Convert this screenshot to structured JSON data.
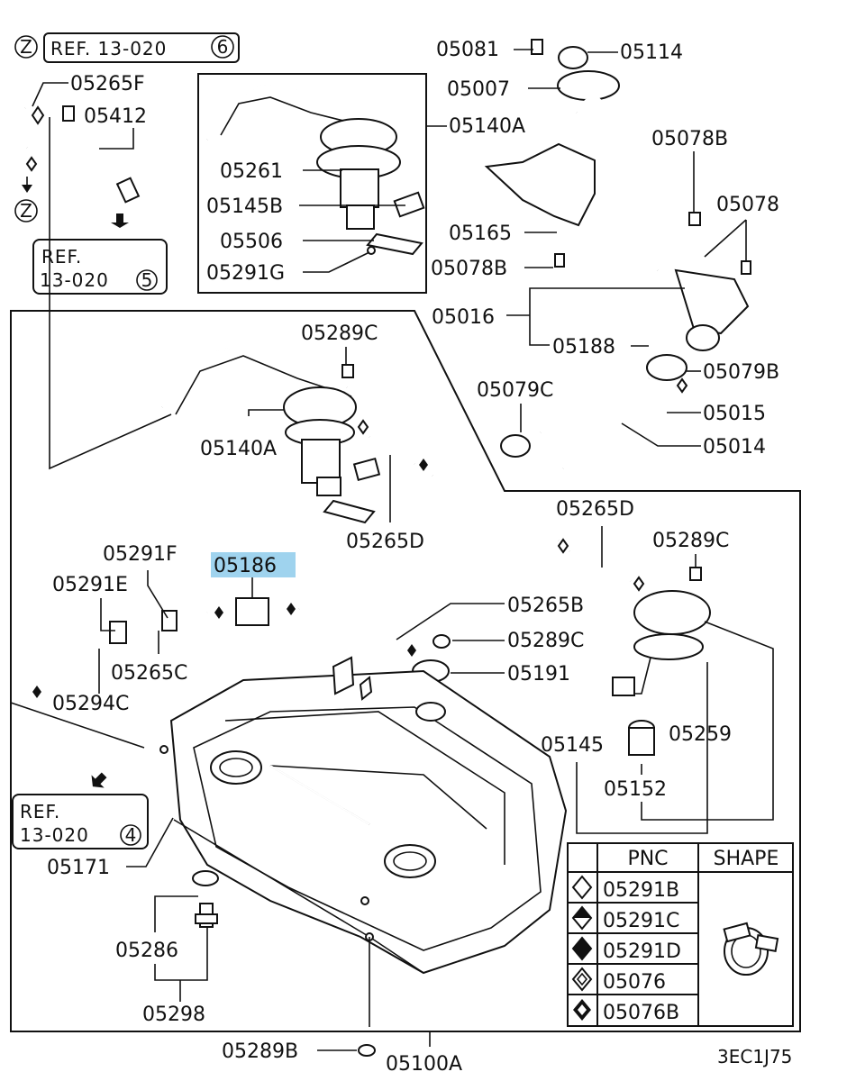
{
  "diagram": {
    "refs": {
      "ref_top_circle": "Z",
      "ref_top_text": "REF. 13-020",
      "ref_top_num": "6",
      "ref_z2": "Z",
      "ref_mid_l1": "REF.",
      "ref_mid_l2": "13-020",
      "ref_mid_num": "5",
      "ref_bot_l1": "REF.",
      "ref_bot_l2": "13-020",
      "ref_bot_num": "4"
    },
    "labels": {
      "p05265F": "05265F",
      "p05412": "05412",
      "p05081": "05081",
      "p05114": "05114",
      "p05007": "05007",
      "p05140A_top": "05140A",
      "p05078B_top": "05078B",
      "p05261": "05261",
      "p05145B": "05145B",
      "p05506": "05506",
      "p05291G": "05291G",
      "p05165": "05165",
      "p05078": "05078",
      "p05078B_mid": "05078B",
      "p05016": "05016",
      "p05188": "05188",
      "p05079B": "05079B",
      "p05289C_top": "05289C",
      "p05079C": "05079C",
      "p05015": "05015",
      "p05014": "05014",
      "p05140A_main": "05140A",
      "p05265D_left": "05265D",
      "p05265D_right": "05265D",
      "p05289C_right": "05289C",
      "p05291F": "05291F",
      "p05186": "05186",
      "p05291E": "05291E",
      "p05265B": "05265B",
      "p05289C_mid": "05289C",
      "p05265C": "05265C",
      "p05191": "05191",
      "p05294C": "05294C",
      "p05145": "05145",
      "p05259": "05259",
      "p05152": "05152",
      "p05171": "05171",
      "p05286": "05286",
      "p05298": "05298",
      "p05289B": "05289B",
      "p05100A": "05100A",
      "figure_code": "3EC1J75"
    },
    "legend": {
      "col_pnc": "PNC",
      "col_shape": "SHAPE",
      "rows": [
        "05291B",
        "05291C",
        "05291D",
        "05076",
        "05076B"
      ]
    },
    "highlight_color": "#9fd3ee"
  }
}
